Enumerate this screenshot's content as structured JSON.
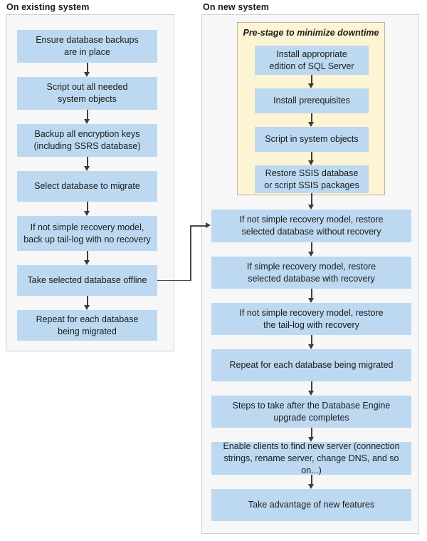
{
  "diagram": {
    "title": "SQL Server migration flowchart",
    "colors": {
      "node_fill": "#bdd9f1",
      "panel_fill": "#f7f7f7",
      "panel_border": "#d0d0d0",
      "prestage_fill": "#fdf4d4",
      "prestage_border": "#bfb48f",
      "arrow": "#3b3b3b",
      "text": "#1b1b1b"
    }
  },
  "panels": {
    "existing": {
      "header": "On existing system",
      "steps": [
        {
          "id": "ensure-backups",
          "lines": [
            "Ensure database backups",
            "are in place"
          ]
        },
        {
          "id": "script-objects",
          "lines": [
            "Script out all needed",
            "system objects"
          ]
        },
        {
          "id": "backup-keys",
          "lines": [
            "Backup all encryption keys",
            "(including SSRS database)"
          ]
        },
        {
          "id": "select-database",
          "lines": [
            "Select database to migrate"
          ]
        },
        {
          "id": "backup-tail-log",
          "lines": [
            "If not simple recovery model,",
            "back up tail-log with no recovery"
          ]
        },
        {
          "id": "take-offline",
          "lines": [
            "Take selected database offline"
          ]
        },
        {
          "id": "repeat-each-db",
          "lines": [
            "Repeat for each database",
            "being migrated"
          ]
        }
      ]
    },
    "new": {
      "header": "On new system",
      "prestage": {
        "title": "Pre-stage to minimize downtime",
        "steps": [
          {
            "id": "install-edition",
            "lines": [
              "Install appropriate",
              "edition of SQL Server"
            ]
          },
          {
            "id": "install-prereqs",
            "lines": [
              "Install prerequisites"
            ]
          },
          {
            "id": "script-in-objects",
            "lines": [
              "Script in system objects"
            ]
          },
          {
            "id": "restore-ssis",
            "lines": [
              "Restore SSIS database",
              "or script SSIS packages"
            ]
          }
        ]
      },
      "steps": [
        {
          "id": "restore-no-recovery",
          "lines": [
            "If not simple recovery model, restore",
            "selected database without recovery"
          ]
        },
        {
          "id": "restore-with-recovery",
          "lines": [
            "If simple recovery model, restore",
            "selected database with recovery"
          ]
        },
        {
          "id": "restore-tail-log",
          "lines": [
            "If not simple recovery model, restore",
            "the tail-log with recovery"
          ]
        },
        {
          "id": "repeat-each-db-new",
          "lines": [
            "Repeat for each database being migrated"
          ]
        },
        {
          "id": "post-upgrade-steps",
          "lines": [
            "Steps to take after the Database Engine",
            "upgrade completes"
          ]
        },
        {
          "id": "enable-clients",
          "lines": [
            "Enable clients to find new server (connection",
            "strings, rename server, change DNS, and so on...)"
          ]
        },
        {
          "id": "new-features",
          "lines": [
            "Take advantage of new features"
          ]
        }
      ]
    }
  }
}
